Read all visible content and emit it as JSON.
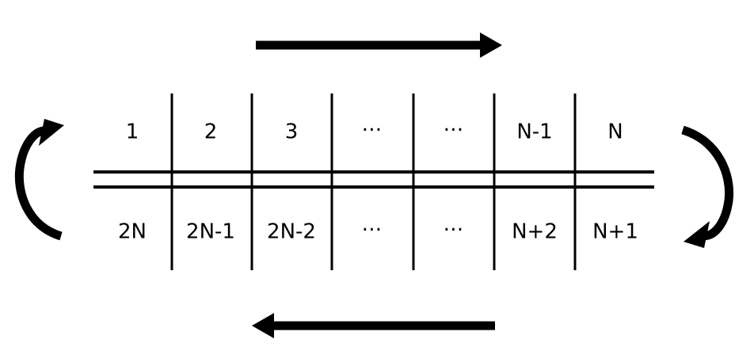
{
  "figure": {
    "title": "Bidirectional ring/serpentine index diagram",
    "background_color": "#ffffff",
    "stroke_color": "#000000"
  },
  "top_row": {
    "name": "forward-row",
    "direction_label": "left-to-right",
    "cells": [
      {
        "label": "1"
      },
      {
        "label": "2"
      },
      {
        "label": "3"
      },
      {
        "label": "⋯"
      },
      {
        "label": "⋯"
      },
      {
        "label": "N-1"
      },
      {
        "label": "N"
      }
    ]
  },
  "bottom_row": {
    "name": "reverse-row",
    "direction_label": "right-to-left",
    "cells": [
      {
        "label": "2N"
      },
      {
        "label": "2N-1"
      },
      {
        "label": "2N-2"
      },
      {
        "label": "⋯"
      },
      {
        "label": "⋯"
      },
      {
        "label": "N+2"
      },
      {
        "label": "N+1"
      }
    ]
  },
  "arrows": {
    "top_straight": {
      "name": "top-right-arrow",
      "direction": "right"
    },
    "bottom_straight": {
      "name": "bottom-left-arrow",
      "direction": "left"
    },
    "left_curved": {
      "name": "left-wrap-arrow",
      "direction": "counterclockwise-up"
    },
    "right_curved": {
      "name": "right-wrap-arrow",
      "direction": "clockwise-down"
    }
  }
}
